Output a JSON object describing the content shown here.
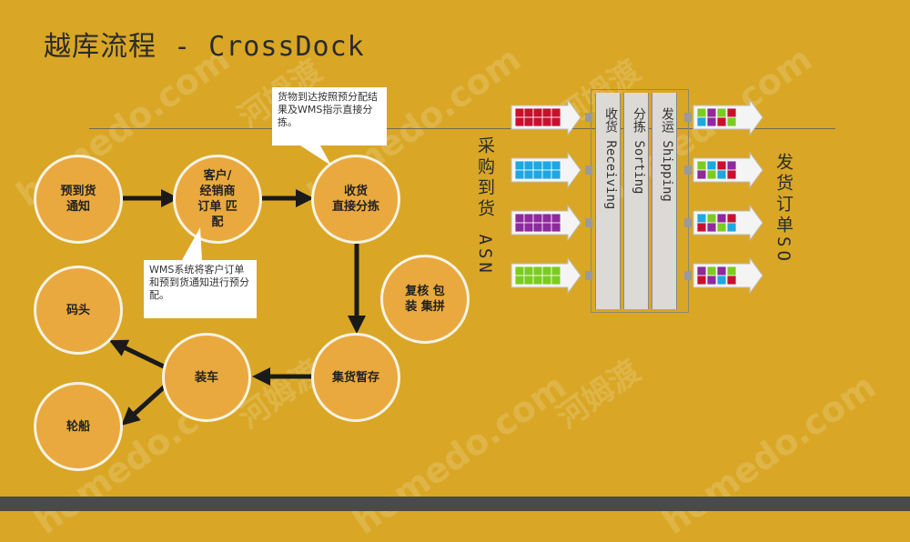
{
  "title": "越库流程  -  CrossDock",
  "nodes": {
    "pre_arrival": "预到货\n通知",
    "match": "客户/\n经销商\n订单 匹\n配",
    "receive": "收货\n直接分拣",
    "recheck": "复核 包\n装 集拼",
    "staging": "集货暂存",
    "loading": "装车",
    "dock": "码头",
    "ship": "轮船"
  },
  "callouts": {
    "top": "货物到达按照预分配结果及WMS指示直接分拣。",
    "bottom": "WMS系统将客户订单和预到货通知进行预分配。"
  },
  "flow": {
    "left_label": "采购到货 ASN",
    "right_label": "发货订单SO",
    "panels": [
      "收货 Receiving",
      "分拣 Sorting",
      "发运 Shipping"
    ]
  },
  "colors": {
    "background": "#d9a725",
    "circle_fill": "#eaa93e",
    "circle_border": "#f6f3e6",
    "red": "#c8102e",
    "blue": "#1ea7e1",
    "purple": "#8e2a9b",
    "green": "#7ccc1f"
  },
  "watermark": {
    "text": "homedo.com",
    "cn": "河姆渡"
  }
}
